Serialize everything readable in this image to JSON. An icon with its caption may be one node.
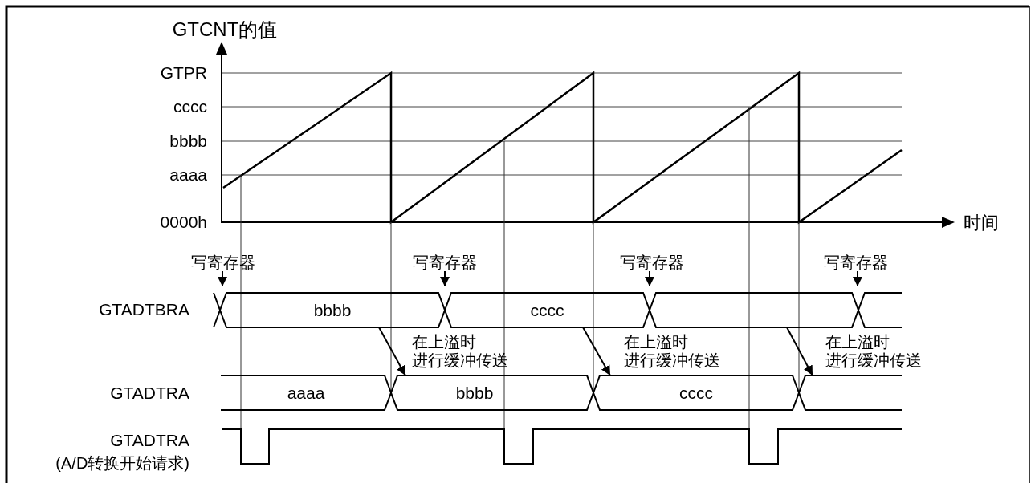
{
  "diagram": {
    "nodes": [
      {
        "text": [
          "写寄存器"
        ]
      },
      {
        "text": [
          "写寄存器"
        ]
      },
      {
        "text": [
          "写寄存器"
        ]
      },
      {
        "text": [
          "写寄存器"
        ]
      },
      {
        "text": [
          "bbbb"
        ]
      },
      {
        "text": [
          "cccc"
        ]
      },
      {
        "text": [],
        "shape": "hexagon"
      },
      {
        "text": [
          "aaaa"
        ]
      },
      {
        "text": [
          "bbbb"
        ]
      },
      {
        "text": [
          "cccc"
        ]
      },
      {
        "text": [],
        "shape": "hexagon"
      }
    ],
    "edges": [
      {
        "from": 0,
        "to": null,
        "arrow": "to"
      },
      {
        "from": 1,
        "to": null,
        "arrow": "to"
      },
      {
        "from": 2,
        "to": null,
        "arrow": "to"
      },
      {
        "from": 3,
        "to": null,
        "arrow": "to"
      },
      {
        "from": 4,
        "to": 8,
        "arrow": "to",
        "label": "在上溢时进行缓冲传送"
      },
      {
        "from": 5,
        "to": 9,
        "arrow": "to",
        "label": "在上溢时进行缓冲传送"
      },
      {
        "from": 6,
        "to": 10,
        "arrow": "to",
        "label": "在上溢时进行缓冲传送"
      }
    ],
    "labels": [
      "GTCNT的值",
      "GTPR",
      "cccc",
      "bbbb",
      "aaaa",
      "0000h",
      "时间",
      "GTADTBRA",
      "GTADTRA",
      "GTADTRA",
      "(A/D转换开始请求)"
    ]
  }
}
